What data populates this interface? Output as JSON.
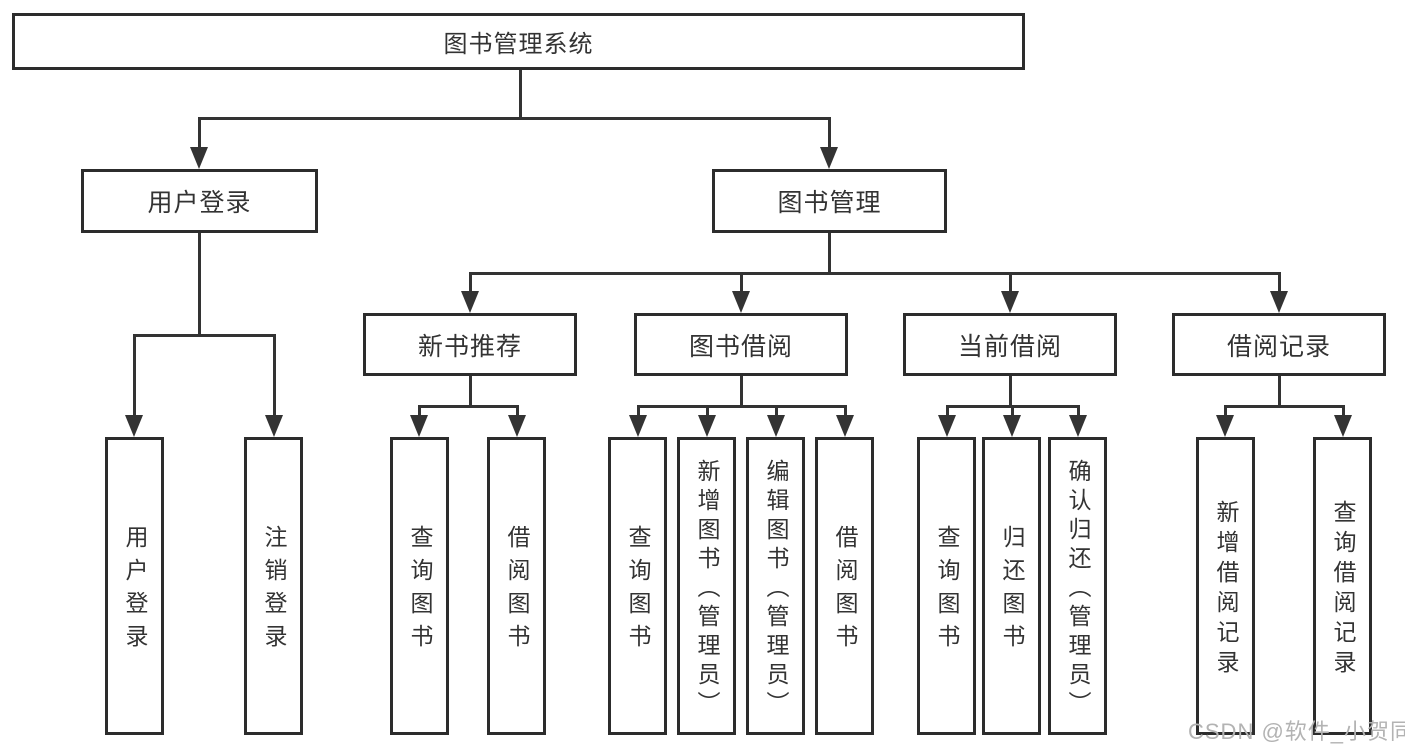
{
  "diagram": {
    "root": {
      "label": "图书管理系统"
    },
    "user_branch": {
      "label": "用户登录",
      "children": [
        "用户登录",
        "注销登录"
      ]
    },
    "book_branch": {
      "label": "图书管理",
      "groups": [
        {
          "label": "新书推荐",
          "children": [
            "查询图书",
            "借阅图书"
          ]
        },
        {
          "label": "图书借阅",
          "children": [
            "查询图书",
            "新增图书（管理员）",
            "编辑图书（管理员）",
            "借阅图书"
          ]
        },
        {
          "label": "当前借阅",
          "children": [
            "查询图书",
            "归还图书",
            "确认归还（管理员）"
          ]
        },
        {
          "label": "借阅记录",
          "children": [
            "新增借阅记录",
            "查询借阅记录"
          ]
        }
      ]
    }
  },
  "watermark": {
    "text": "CSDN @软件_小贺同学"
  },
  "colors": {
    "line": "#333333",
    "box_border": "#2c2c2c",
    "text": "#333333",
    "watermark": "#b3b3b3",
    "background": "#ffffff"
  }
}
